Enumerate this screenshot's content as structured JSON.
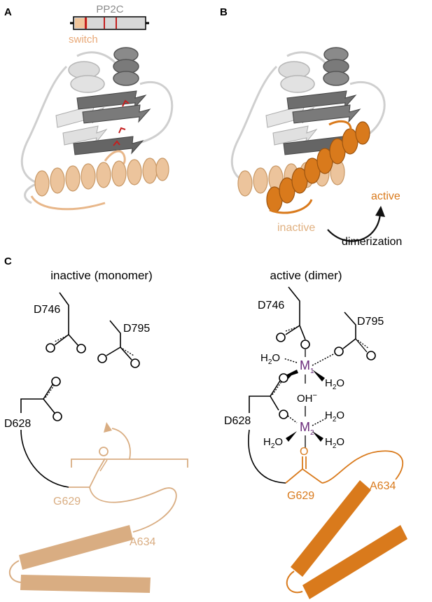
{
  "panels": {
    "a": {
      "letter": "A",
      "domain_label": "PP2C",
      "switch_label": "switch"
    },
    "b": {
      "letter": "B",
      "active_label": "active",
      "inactive_label": "inactive",
      "arrow_label": "dimerization"
    },
    "c": {
      "letter": "C",
      "inactive": {
        "title": "inactive (monomer)",
        "residues": {
          "d746": "D746",
          "d795": "D795",
          "d628": "D628",
          "g629": "G629",
          "a634": "A634"
        }
      },
      "active": {
        "title": "active (dimer)",
        "residues": {
          "d746": "D746",
          "d795": "D795",
          "d628": "D628",
          "g629": "G629",
          "a634": "A634"
        },
        "metal": "M",
        "metal1_sub": "1",
        "metal2_sub": "2",
        "hydroxide": "OH",
        "hydroxide_charge": "−",
        "water_h": "H",
        "water_sub": "2",
        "water_o": "O",
        "oxygen": "O"
      }
    }
  },
  "colors": {
    "light_orange": "#e8b78a",
    "helix_light": "#d9ad82",
    "dark_orange": "#d97a1c",
    "metal_purple": "#6a2a7a",
    "gray_dark": "#707070",
    "gray_light": "#d4d4d4",
    "red": "#c41f1f"
  }
}
